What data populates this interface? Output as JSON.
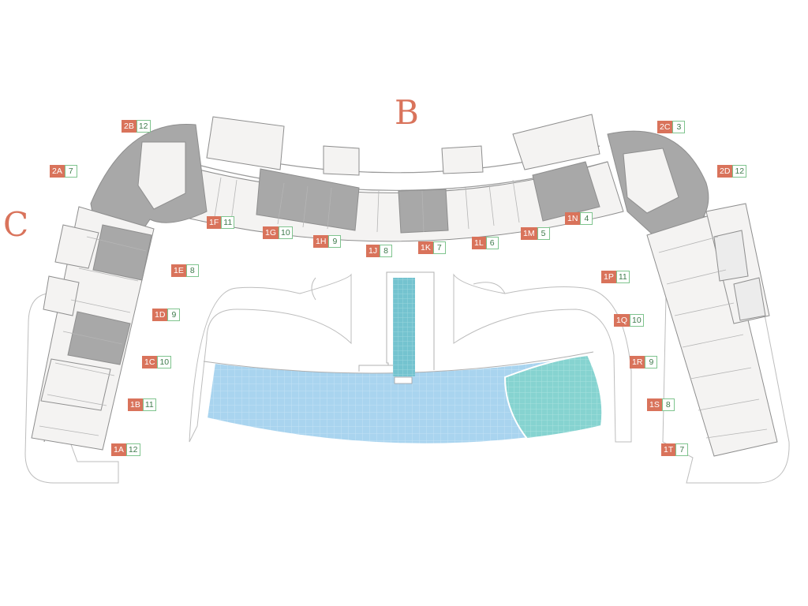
{
  "colors": {
    "accent": "#d9735b",
    "count_border": "#7fc48e",
    "count_text": "#3f7a4c",
    "wall": "#9a9a9a",
    "unit_fill_light": "#f4f3f2",
    "unit_fill_dark": "#a8a8a8",
    "pool_main": "#a9d4ef",
    "pool_teal": "#86d3d0",
    "lap_pool": "#74c3cf"
  },
  "wings": [
    {
      "id": "B",
      "label": "B"
    },
    {
      "id": "C",
      "label": "C"
    }
  ],
  "units": [
    {
      "code": "2B",
      "count": "12",
      "shaded": true
    },
    {
      "code": "2A",
      "count": "7",
      "shaded": true
    },
    {
      "code": "1F",
      "count": "11",
      "shaded": false
    },
    {
      "code": "1G",
      "count": "10",
      "shaded": true
    },
    {
      "code": "1H",
      "count": "9",
      "shaded": true
    },
    {
      "code": "1J",
      "count": "8",
      "shaded": false
    },
    {
      "code": "1K",
      "count": "7",
      "shaded": true
    },
    {
      "code": "1L",
      "count": "6",
      "shaded": false
    },
    {
      "code": "1M",
      "count": "5",
      "shaded": false
    },
    {
      "code": "1N",
      "count": "4",
      "shaded": true
    },
    {
      "code": "2C",
      "count": "3",
      "shaded": true
    },
    {
      "code": "2D",
      "count": "12",
      "shaded": true
    },
    {
      "code": "1E",
      "count": "8",
      "shaded": true
    },
    {
      "code": "1D",
      "count": "9",
      "shaded": false
    },
    {
      "code": "1C",
      "count": "10",
      "shaded": true
    },
    {
      "code": "1B",
      "count": "11",
      "shaded": false
    },
    {
      "code": "1A",
      "count": "12",
      "shaded": false
    },
    {
      "code": "1P",
      "count": "11",
      "shaded": false
    },
    {
      "code": "1Q",
      "count": "10",
      "shaded": false
    },
    {
      "code": "1R",
      "count": "9",
      "shaded": false
    },
    {
      "code": "1S",
      "count": "8",
      "shaded": false
    },
    {
      "code": "1T",
      "count": "7",
      "shaded": false
    }
  ]
}
